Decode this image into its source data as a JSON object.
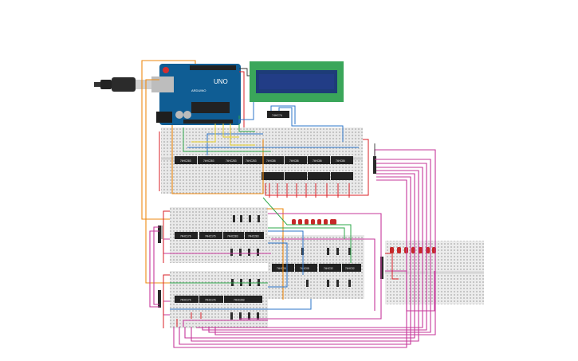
{
  "board": {
    "brand_text": "UNO",
    "logo_text": "ARDUINO"
  },
  "lcd": {
    "line1": "",
    "line2": ""
  },
  "chips": {
    "label_top": "74HC74",
    "row1": [
      "74HC283",
      "74HC283",
      "74HC283",
      "74HC283"
    ],
    "row1_right": [
      "74HC86",
      "74HC86",
      "74HC86",
      "74HC86"
    ],
    "row2": [
      "74HC176",
      "74HC176",
      "74HC283",
      "74HC283"
    ],
    "row3": [
      "74HC08",
      "74HC08",
      "74HC32",
      "74HC32"
    ],
    "row4": [
      "74HC176",
      "74HC176",
      "74HC283"
    ]
  },
  "colors": {
    "arduino_blue": "#0f5d94",
    "lcd_green": "#3aa65a",
    "lcd_screen": "#1d3c78",
    "breadboard": "#e9e9e9",
    "wire_magenta": "#c6379a",
    "wire_red": "#d91f26",
    "wire_orange": "#ee8a12",
    "wire_green": "#2ea84a",
    "wire_blue": "#2b74c8",
    "led_red": "#c62828"
  }
}
